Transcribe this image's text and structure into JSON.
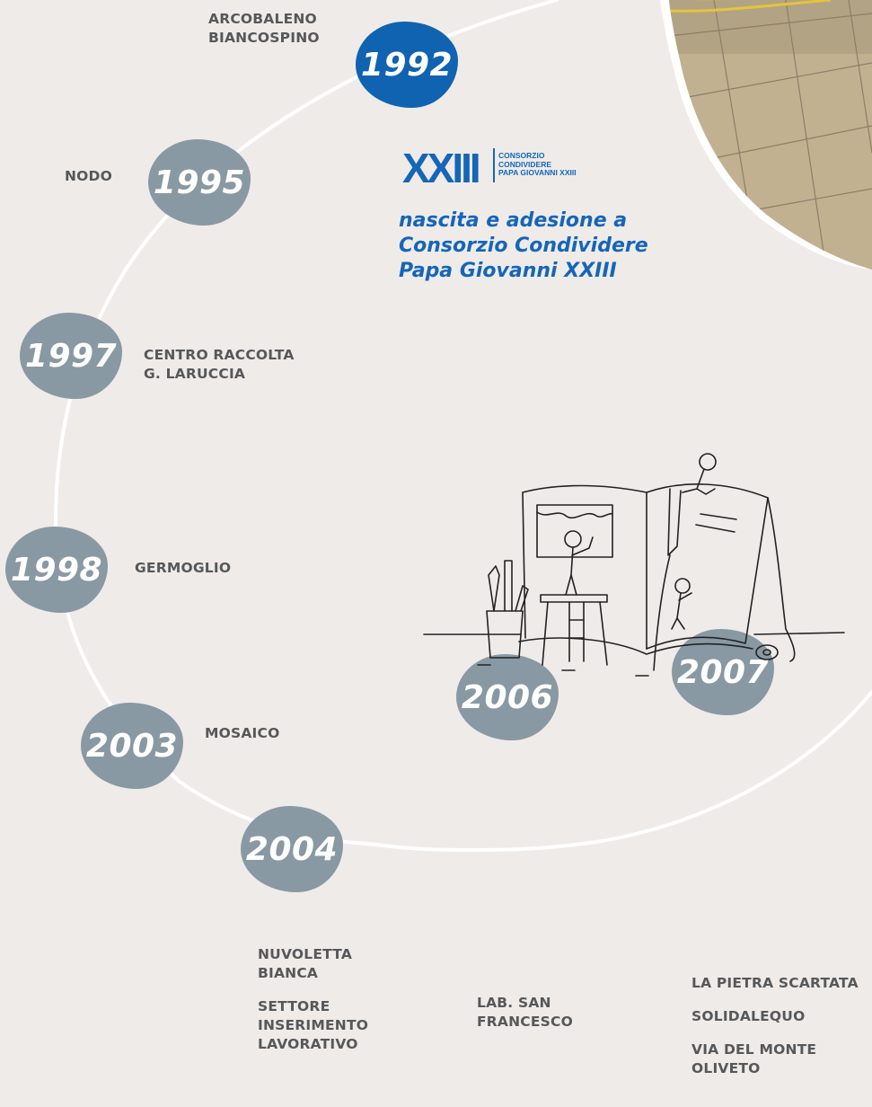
{
  "timeline": {
    "years": [
      {
        "id": "1992",
        "label": "1992",
        "active": true
      },
      {
        "id": "1995",
        "label": "1995",
        "active": false
      },
      {
        "id": "1997",
        "label": "1997",
        "active": false
      },
      {
        "id": "1998",
        "label": "1998",
        "active": false
      },
      {
        "id": "2003",
        "label": "2003",
        "active": false
      },
      {
        "id": "2004",
        "label": "2004",
        "active": false
      },
      {
        "id": "2006",
        "label": "2006",
        "active": false
      },
      {
        "id": "2007",
        "label": "2007",
        "active": false
      }
    ],
    "entries": {
      "y1992": [
        "ARCOBALENO",
        "BIANCOSPINO"
      ],
      "y1995": [
        "NODO"
      ],
      "y1997": [
        "CENTRO RACCOLTA",
        "G. LARUCCIA"
      ],
      "y1998": [
        "GERMOGLIO"
      ],
      "y2003": [
        "MOSAICO"
      ],
      "y2004": {
        "group1": [
          "NUVOLETTA",
          "BIANCA"
        ],
        "group2": [
          "SETTORE",
          "INSERIMENTO",
          "LAVORATIVO"
        ]
      },
      "y2006": [
        "LAB. SAN",
        "FRANCESCO"
      ],
      "y2007": {
        "group1": [
          "LA PIETRA SCARTATA"
        ],
        "group2": [
          "SOLIDALEQUO"
        ],
        "group3": [
          "VIA DEL MONTE",
          "OLIVETO"
        ]
      }
    }
  },
  "logo": {
    "mark": "XXIII",
    "text_lines": [
      "CONSORZIO",
      "CONDIVIDERE",
      "PAPA GIOVANNI XXIII"
    ]
  },
  "tagline": [
    "nascita e adesione a",
    "Consorzio Condividere",
    "Papa Giovanni XXIII"
  ],
  "colors": {
    "background": "#efebe9",
    "active_year": "#0f63b0",
    "inactive_year": "#8899a3",
    "label_text": "#56585a",
    "brand_blue": "#1466b8"
  }
}
